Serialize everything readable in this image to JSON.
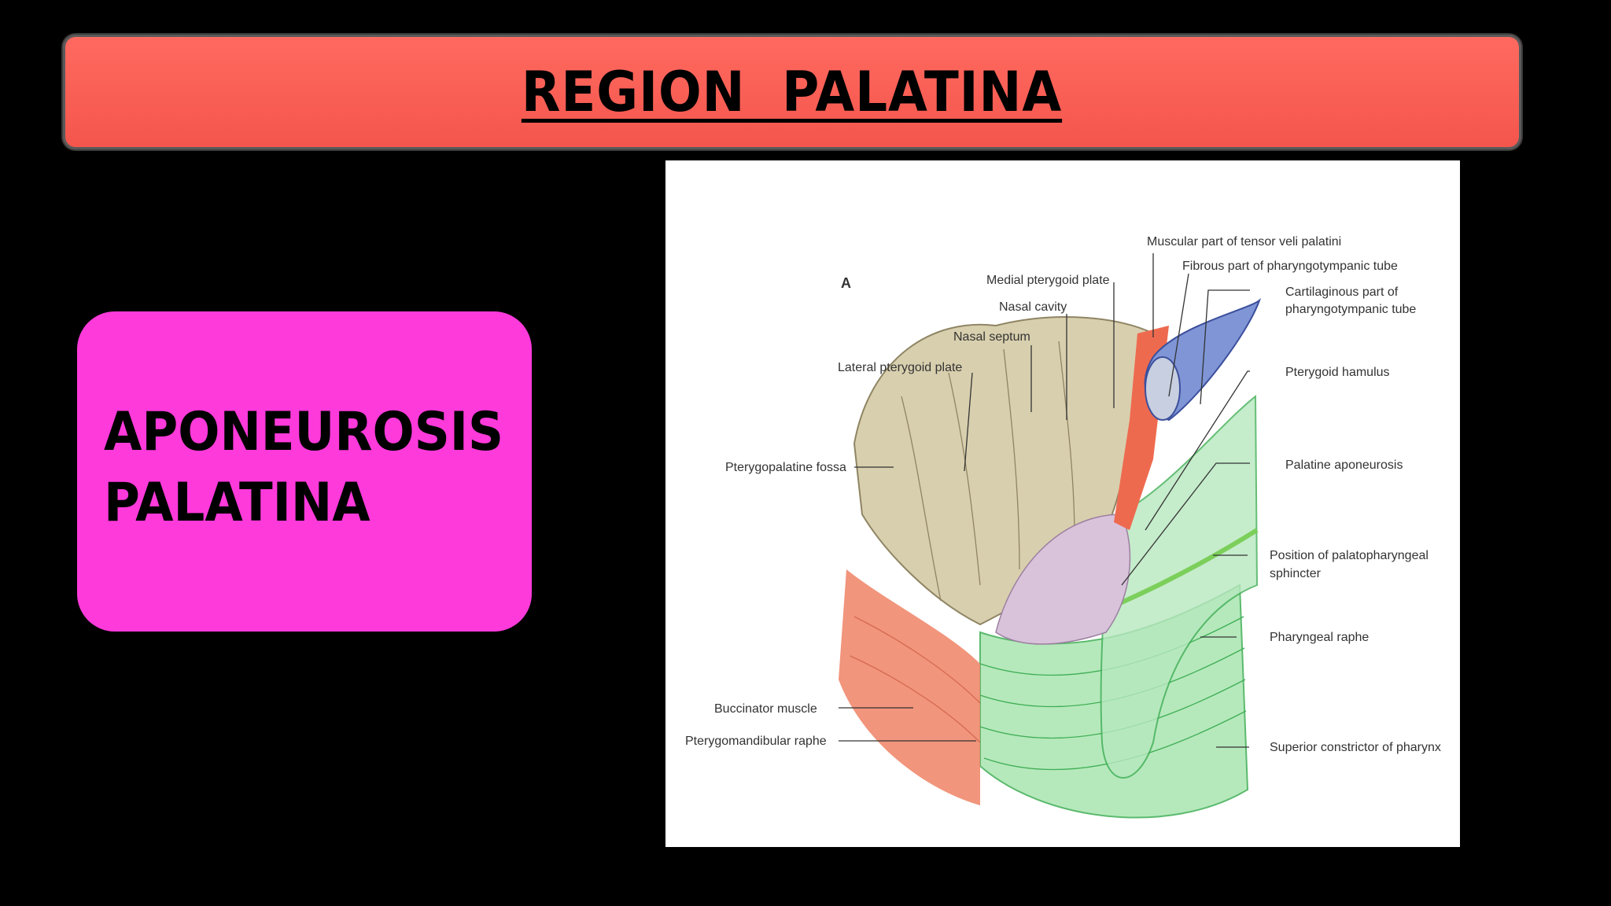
{
  "slide": {
    "title": "REGION  PALATINA",
    "box_line1": "APONEUROSIS",
    "box_line2": "PALATINA"
  },
  "figure": {
    "panel_letter": "A",
    "labels": {
      "muscular_tensor": "Muscular part of tensor veli palatini",
      "fibrous_tube": "Fibrous part of pharyngotympanic tube",
      "cartilaginous_1": "Cartilaginous part of",
      "cartilaginous_2": "pharyngotympanic tube",
      "medial_plate": "Medial pterygoid plate",
      "nasal_cavity": "Nasal cavity",
      "nasal_septum": "Nasal septum",
      "lateral_plate": "Lateral pterygoid plate",
      "pterygoid_hamulus": "Pterygoid hamulus",
      "pterygopalatine_fossa": "Pterygopalatine fossa",
      "palatine_aponeurosis": "Palatine aponeurosis",
      "palatopharyngeal_1": "Position of palatopharyngeal",
      "palatopharyngeal_2": "sphincter",
      "pharyngeal_raphe": "Pharyngeal raphe",
      "buccinator": "Buccinator muscle",
      "pterygomandibular": "Pterygomandibular raphe",
      "superior_constrictor": "Superior constrictor of pharynx"
    }
  },
  "colors": {
    "title_bar": "#f4554c",
    "pink_box": "#ff3adb",
    "background": "#000000"
  }
}
